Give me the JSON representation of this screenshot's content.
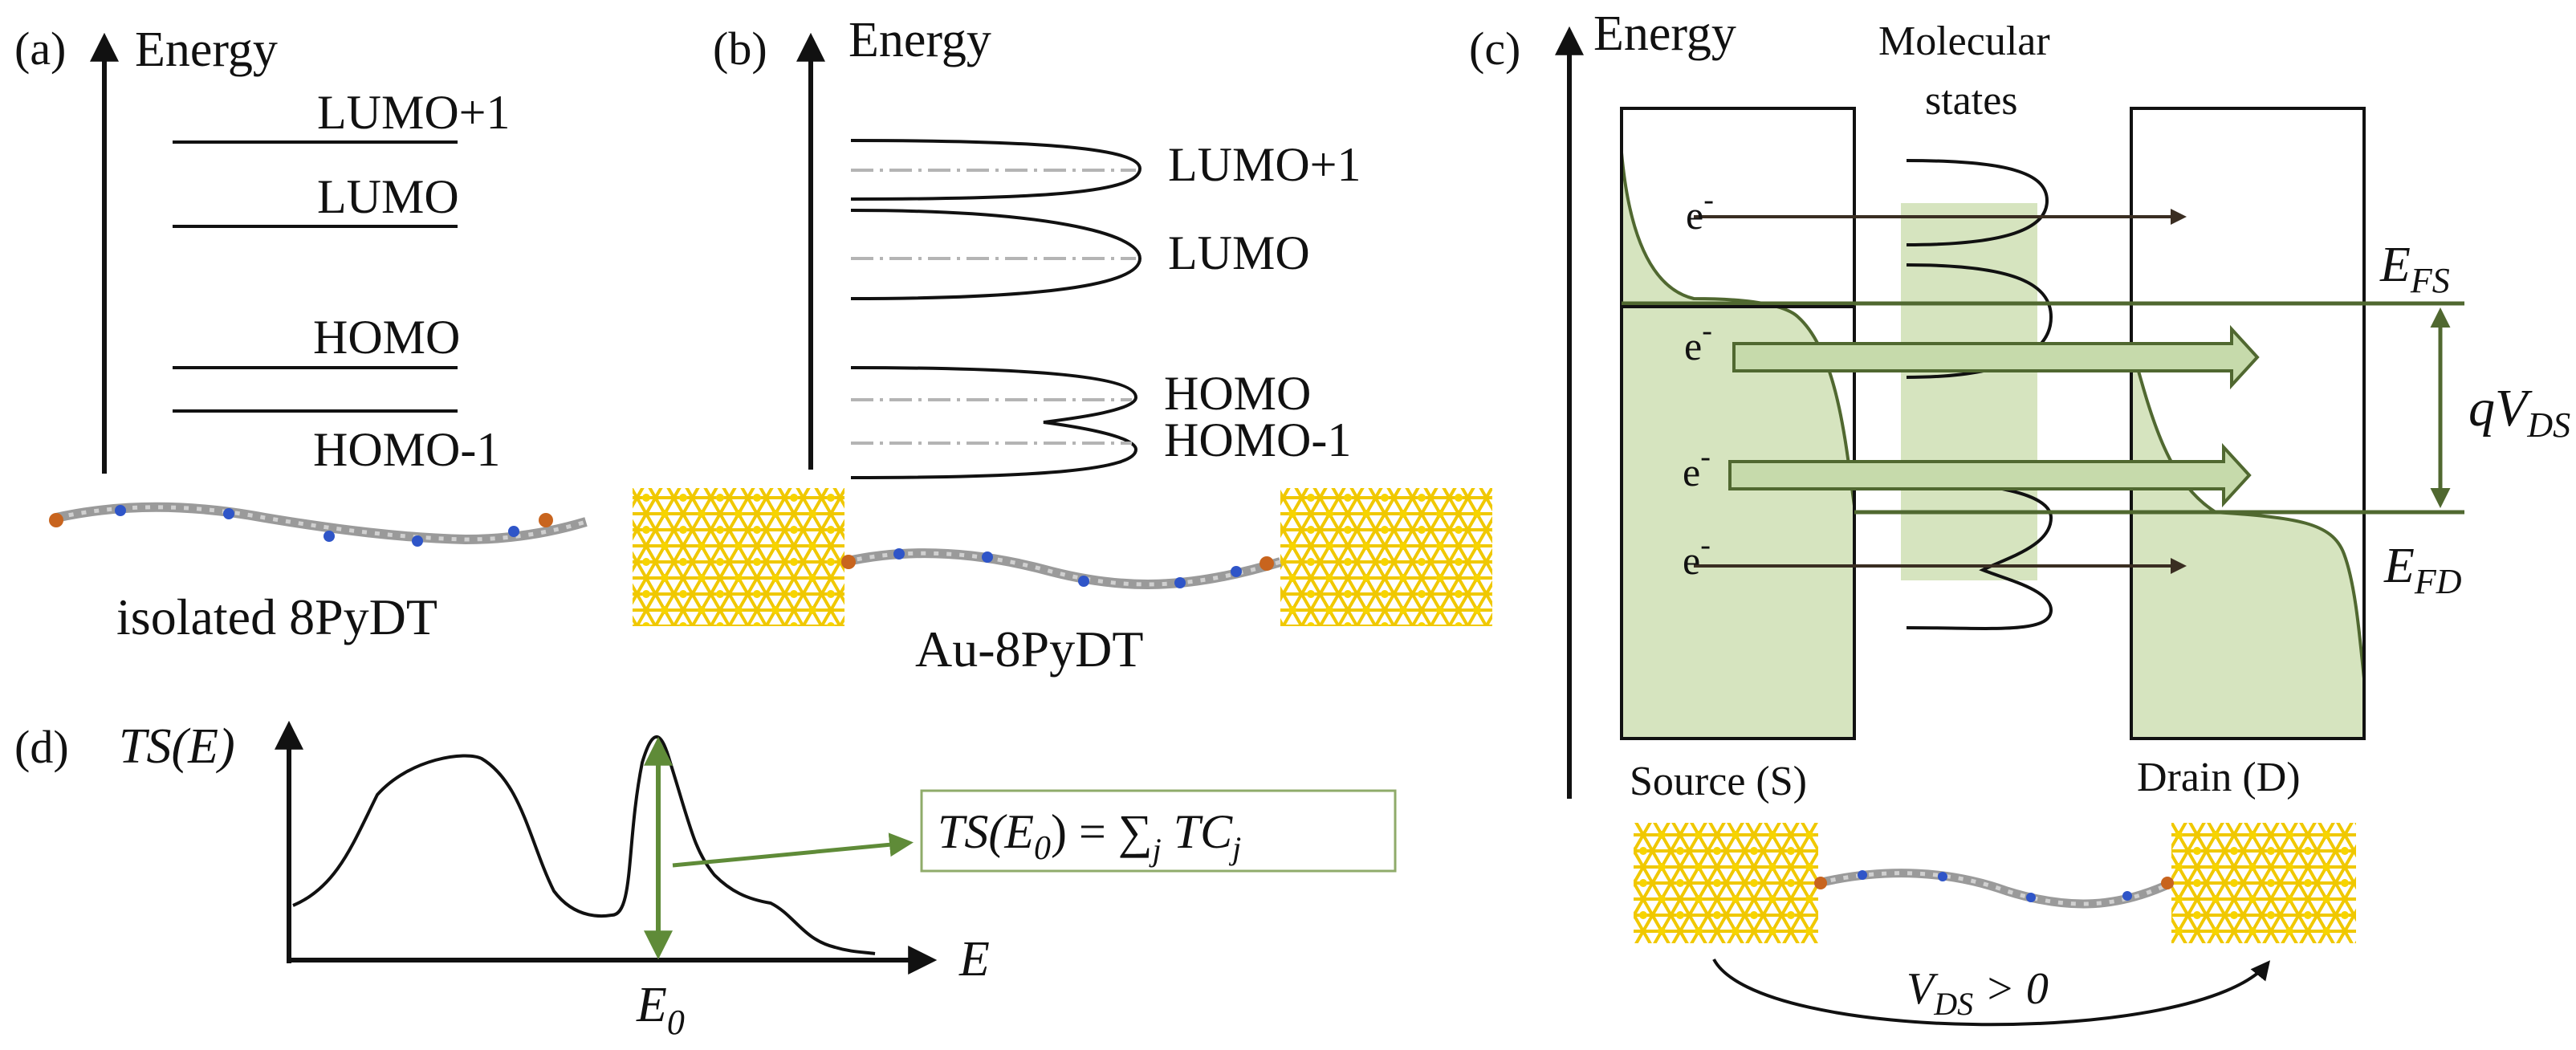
{
  "colors": {
    "ink": "#111111",
    "dash": "#b4b4b4",
    "green_fill": "#d6e4bf",
    "green_line": "#506830",
    "green_arrow": "#5f8b38",
    "arrow_light_fill": "#c6daab",
    "gold": "#f4d000",
    "gold_dark": "#c9a600",
    "atom_c": "#b8b8b8",
    "atom_n": "#2f55c8",
    "atom_s": "#c8641e"
  },
  "panel_a": {
    "tag": "(a)",
    "axis_label": "Energy",
    "levels": [
      "LUMO+1",
      "LUMO",
      "HOMO",
      "HOMO-1"
    ],
    "caption": "isolated 8PyDT"
  },
  "panel_b": {
    "tag": "(b)",
    "axis_label": "Energy",
    "levels": [
      "LUMO+1",
      "LUMO",
      "HOMO",
      "HOMO-1"
    ],
    "caption": "Au-8PyDT"
  },
  "panel_c": {
    "tag": "(c)",
    "axis_label": "Energy",
    "molecular_states_line1": "Molecular",
    "molecular_states_line2": "states",
    "electron": "e",
    "electron_sup": "-",
    "efs_main": "E",
    "efs_sub": "FS",
    "efd_main": "E",
    "efd_sub": "FD",
    "qvds_main": "qV",
    "qvds_sub": "DS",
    "source": "Source (S)",
    "drain": "Drain (D)",
    "vds_main": "V",
    "vds_sub": "DS",
    "vds_rest": " > 0"
  },
  "panel_d": {
    "tag": "(d)",
    "y_label": "TS(E)",
    "x_label": "E",
    "e0_main": "E",
    "e0_sub": "0",
    "formula_lhs": "TS(E",
    "formula_lhs_sub": "0",
    "formula_mid": ") = ∑",
    "formula_j": "j",
    "formula_rhs": " TC",
    "formula_rhs_sub": "j"
  }
}
